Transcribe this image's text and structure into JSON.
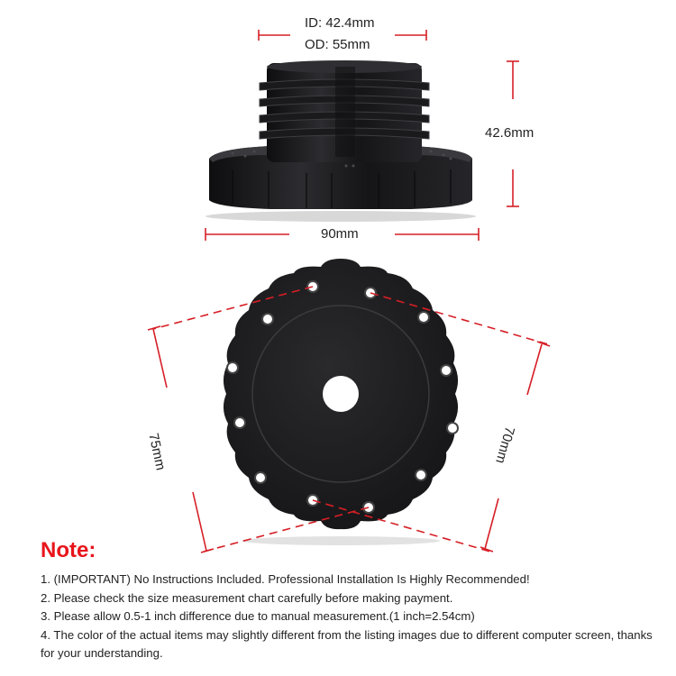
{
  "dimensions": {
    "inner_diameter": "ID: 42.4mm",
    "outer_diameter": "OD: 55mm",
    "height": "42.6mm",
    "flange_width": "90mm",
    "pcd_large": "75mm",
    "pcd_small": "70mm"
  },
  "product": {
    "side_view": "threaded-adapter-side",
    "top_view": "14-hole-scalloped-flange-top"
  },
  "colors": {
    "accent_red": "#e8141b",
    "product_black": "#1b1b1d",
    "text": "#222222"
  },
  "note": {
    "title": "Note:",
    "items": [
      "1. (IMPORTANT) No Instructions Included. Professional Installation Is Highly Recommended!",
      "2. Please check the size measurement chart carefully before making payment.",
      "3. Please allow 0.5-1 inch difference due to manual measurement.(1 inch=2.54cm)",
      "4. The color of the actual items may slightly different from the listing images due to different computer screen, thanks for your understanding."
    ]
  }
}
